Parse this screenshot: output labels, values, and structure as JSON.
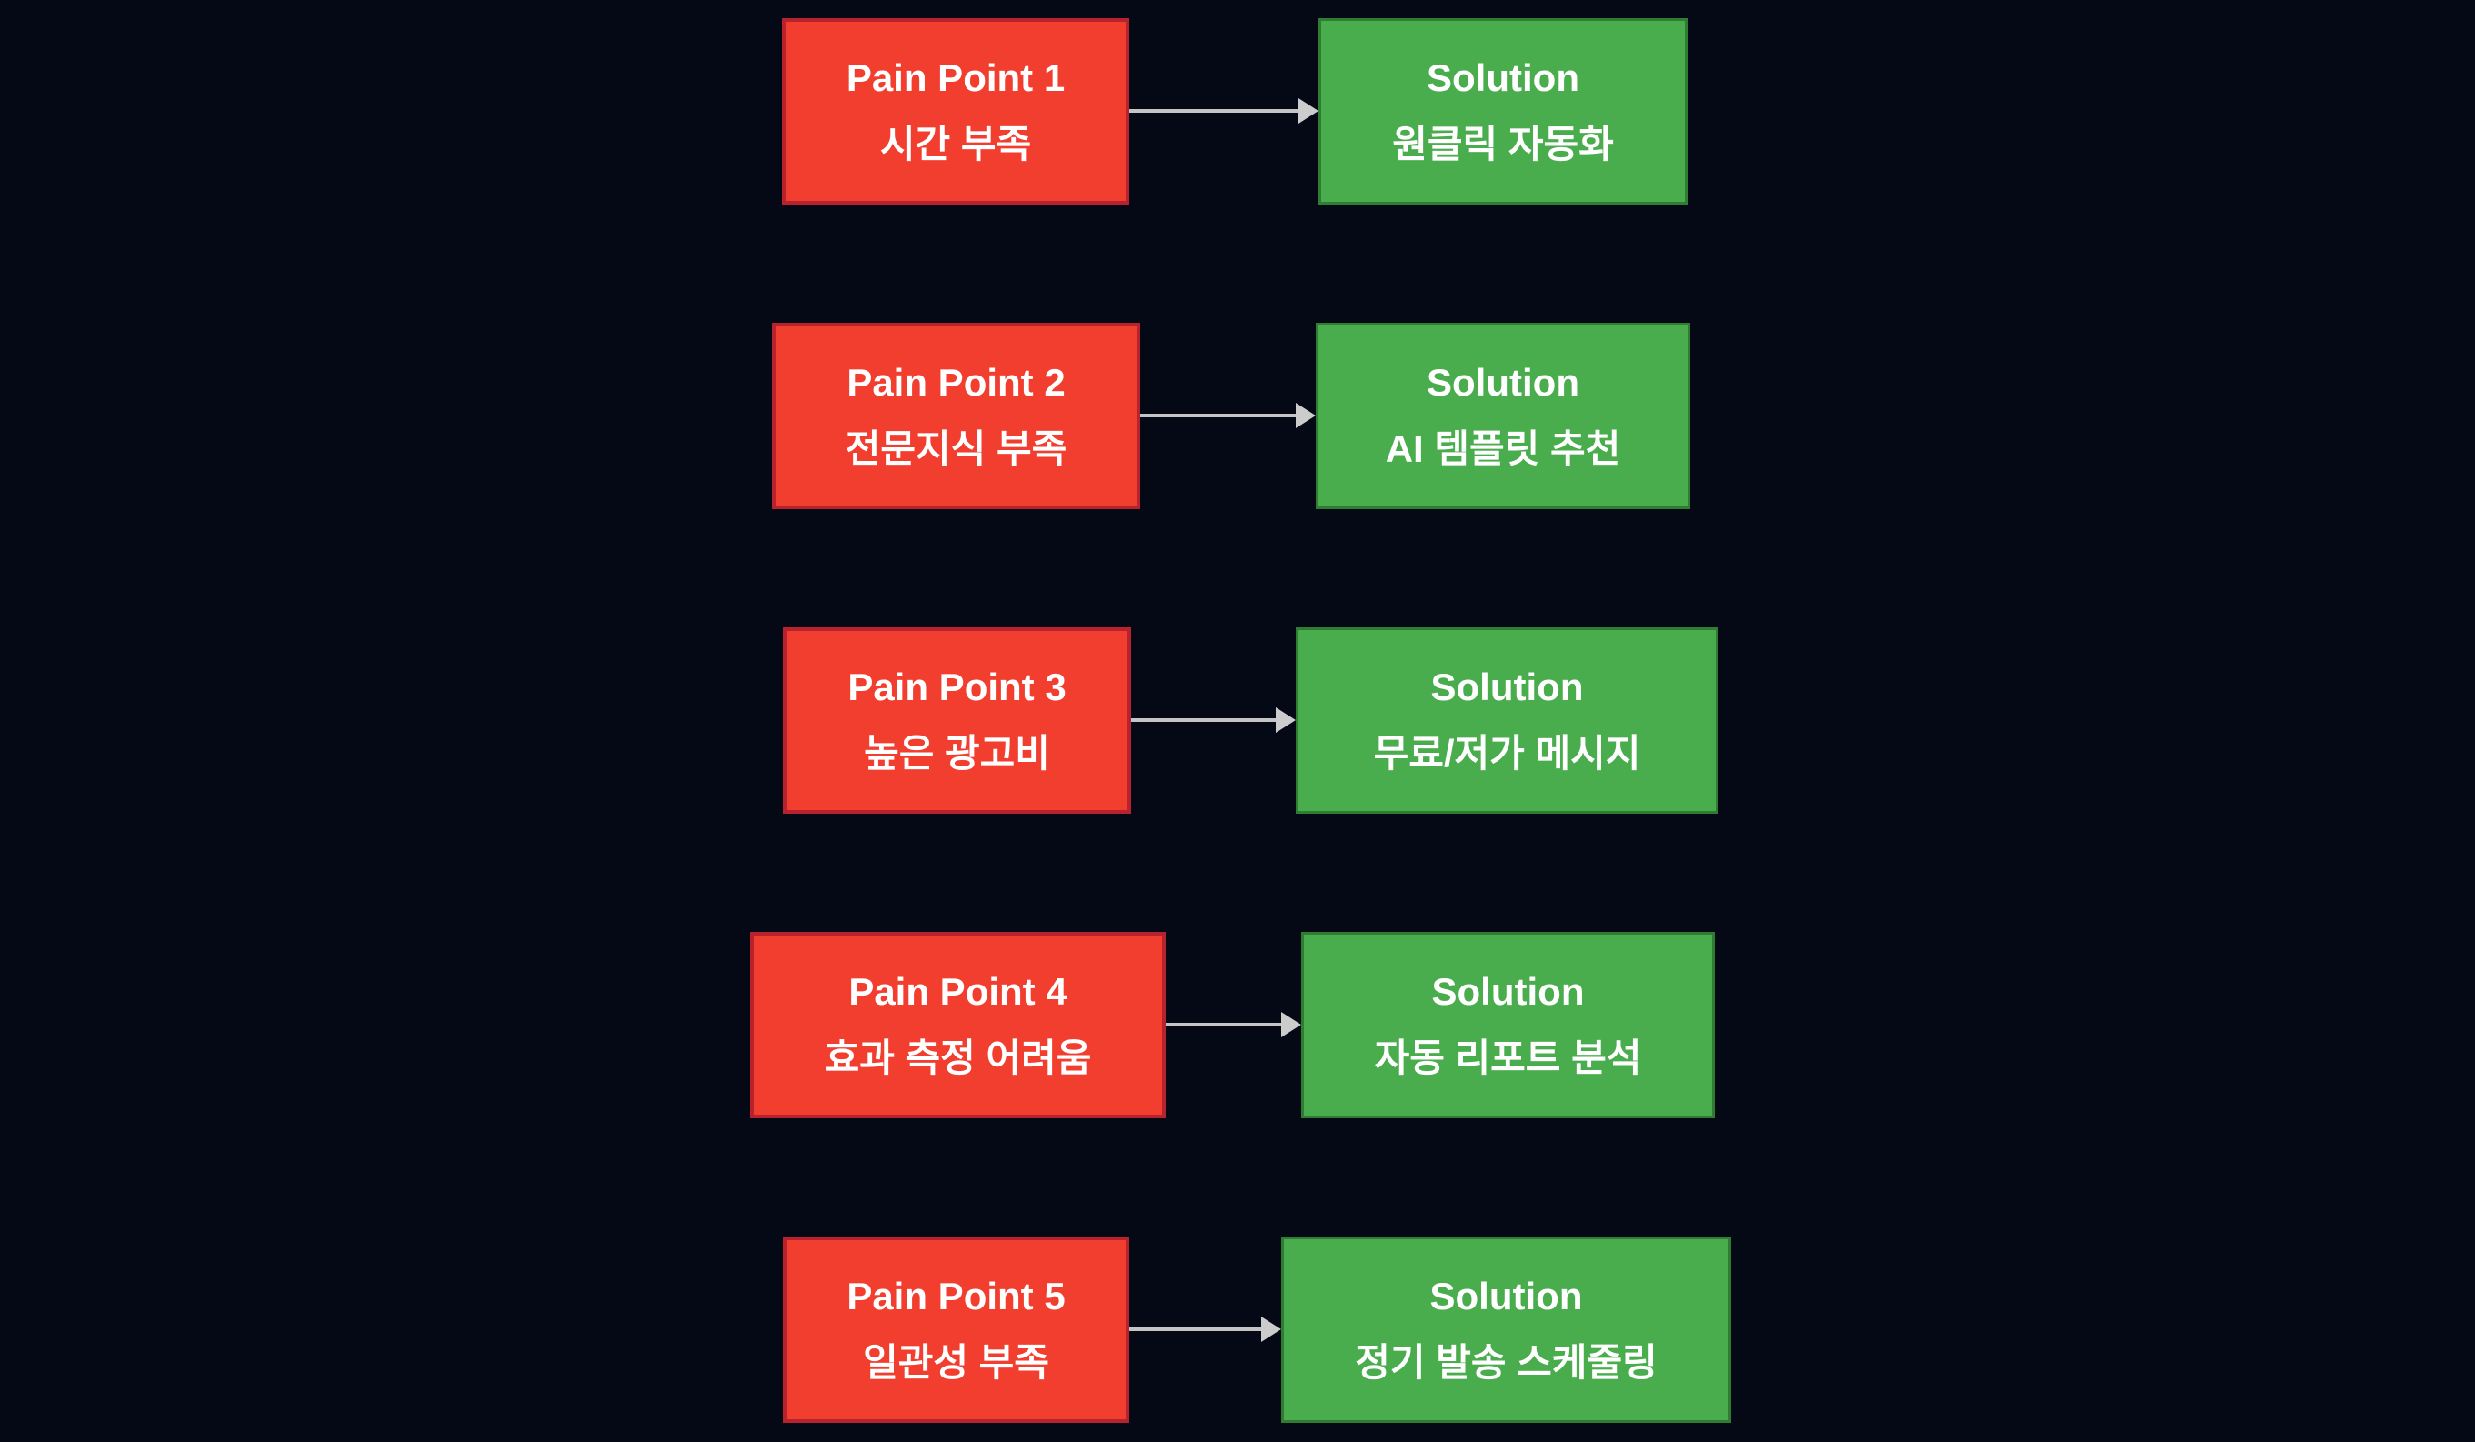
{
  "diagram": {
    "type": "flowchart-pain-points-to-solutions",
    "colors": {
      "background": "#040915",
      "pain_fill": "#f23e2f",
      "pain_border": "#b8222f",
      "solution_fill": "#4aad4d",
      "solution_border": "#2f7d33",
      "arrow_line": "#c4c4c4",
      "arrow_head": "#cccccc",
      "text": "#ffffff"
    },
    "rows": [
      {
        "pain_title": "Pain Point 1",
        "pain_label": "시간 부족",
        "solution_title": "Solution",
        "solution_label": "원클릭 자동화"
      },
      {
        "pain_title": "Pain Point 2",
        "pain_label": "전문지식 부족",
        "solution_title": "Solution",
        "solution_label": "AI 템플릿 추천"
      },
      {
        "pain_title": "Pain Point 3",
        "pain_label": "높은 광고비",
        "solution_title": "Solution",
        "solution_label": "무료/저가 메시지"
      },
      {
        "pain_title": "Pain Point 4",
        "pain_label": "효과 측정 어려움",
        "solution_title": "Solution",
        "solution_label": "자동 리포트 분석"
      },
      {
        "pain_title": "Pain Point 5",
        "pain_label": "일관성 부족",
        "solution_title": "Solution",
        "solution_label": "정기 발송 스케줄링"
      }
    ]
  }
}
